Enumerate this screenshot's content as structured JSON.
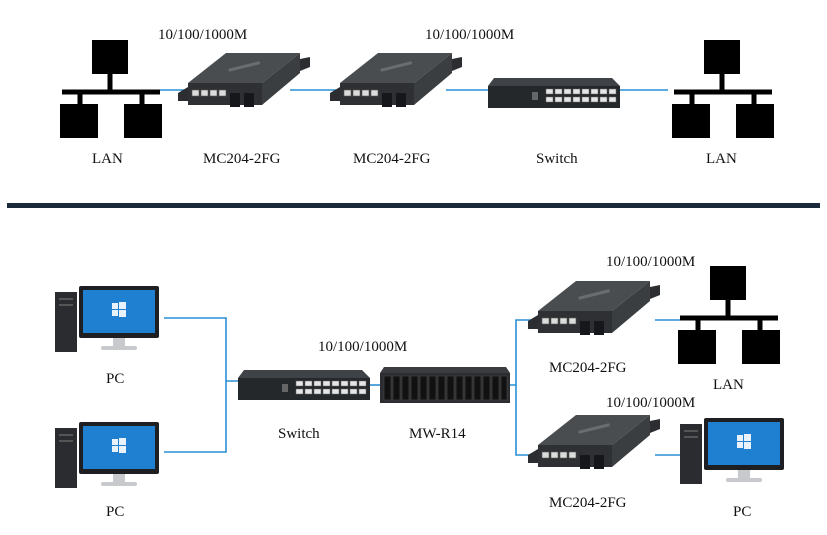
{
  "top": {
    "speed_left": "10/100/1000M",
    "speed_right": "10/100/1000M",
    "lan_left": "LAN",
    "mc_left": "MC204-2FG",
    "mc_right": "MC204-2FG",
    "switch": "Switch",
    "lan_right": "LAN"
  },
  "bottom": {
    "pc_top": "PC",
    "pc_bottom": "PC",
    "speed_center": "10/100/1000M",
    "switch": "Switch",
    "rack": "MW-R14",
    "speed_upper_right": "10/100/1000M",
    "mc_upper": "MC204-2FG",
    "lan": "LAN",
    "speed_lower_right": "10/100/1000M",
    "mc_lower": "MC204-2FG",
    "pc_right": "PC"
  },
  "colors": {
    "wire": "#2a8fd6",
    "divider": "#1b2a3a",
    "screen": "#1f7fd0"
  }
}
